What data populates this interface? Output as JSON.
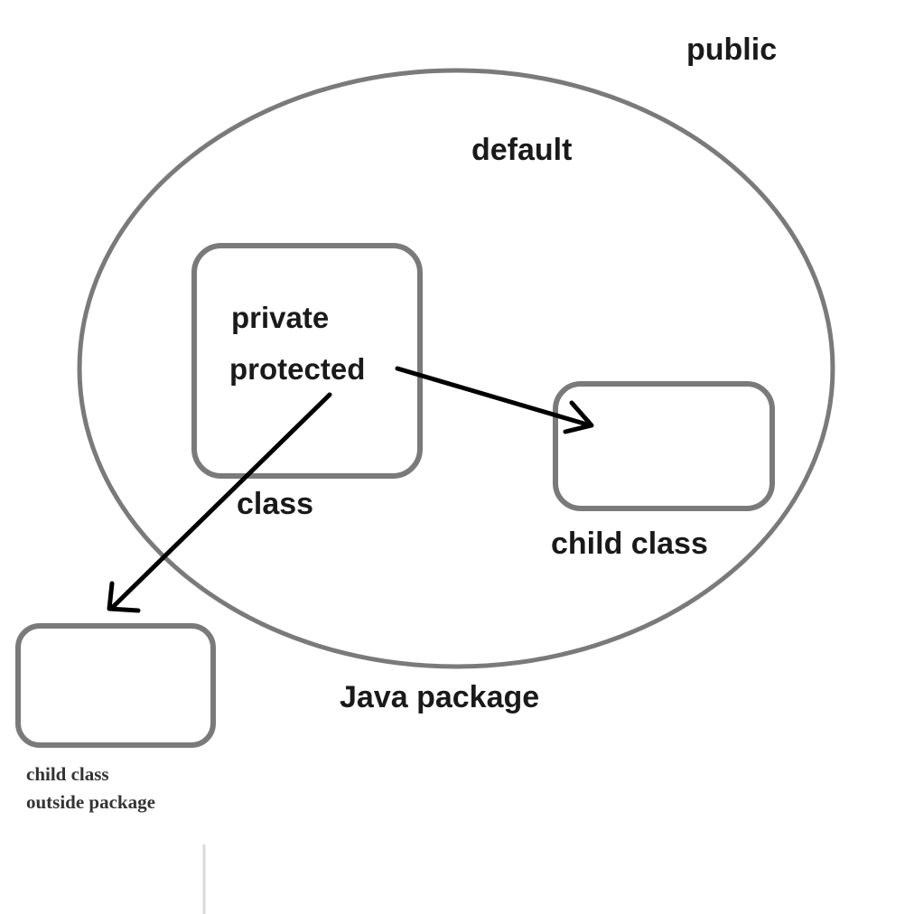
{
  "diagram": {
    "labels": {
      "public": "public",
      "default": "default",
      "private": "private",
      "protected": "protected",
      "class": "class",
      "child_class": "child class",
      "java_package": "Java package",
      "outside_line1": "child class",
      "outside_line2": "outside package"
    },
    "colors": {
      "outline": "#7a7a7a",
      "arrow": "#000000",
      "text": "#1a1a1a"
    }
  }
}
